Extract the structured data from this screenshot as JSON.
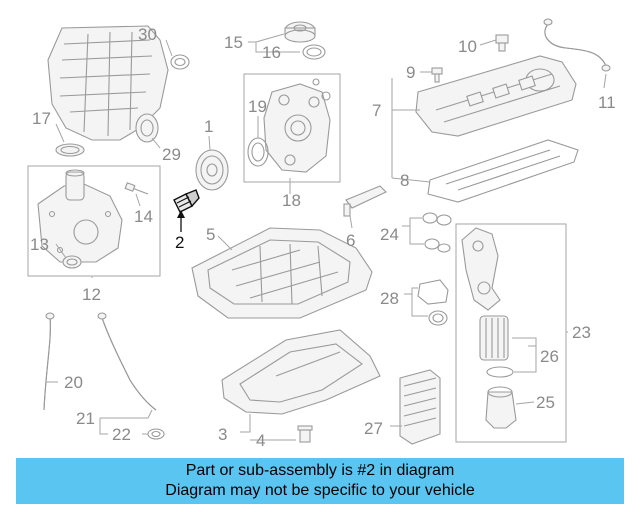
{
  "callouts": {
    "n1": "1",
    "n2": "2",
    "n3": "3",
    "n4": "4",
    "n5": "5",
    "n6": "6",
    "n7": "7",
    "n8": "8",
    "n9": "9",
    "n10": "10",
    "n11": "11",
    "n12": "12",
    "n13": "13",
    "n14": "14",
    "n15": "15",
    "n16": "16",
    "n17": "17",
    "n18": "18",
    "n19": "19",
    "n20": "20",
    "n21": "21",
    "n22": "22",
    "n23": "23",
    "n24": "24",
    "n25": "25",
    "n26": "26",
    "n27": "27",
    "n28": "28",
    "n29": "29",
    "n30": "30"
  },
  "highlighted_part": "2",
  "colors": {
    "banner_bg": "#5bc5f2",
    "line_art": "#9a9a9a",
    "highlight": "#111111"
  },
  "banner": {
    "line1": "Part or sub-assembly is #2 in diagram",
    "line2": "Diagram may not be specific to your vehicle"
  }
}
